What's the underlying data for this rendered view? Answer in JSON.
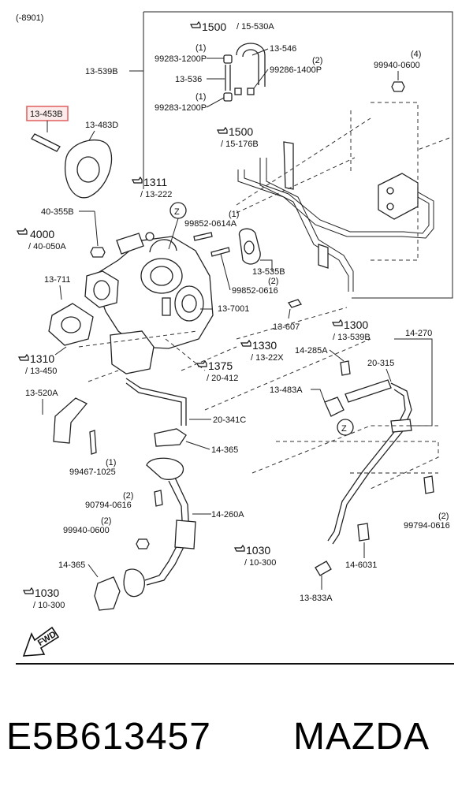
{
  "header": {
    "range": "(-8901)"
  },
  "labels": {
    "l13_539B_top": "13-539B",
    "l13_453B": "13-453B",
    "l13_483D": "13-483D",
    "l40_355B": "40-355B",
    "l40_050A": "/ 40-050A",
    "l13_711": "13-711",
    "l13_450": "/ 13-450",
    "l13_520A": "13-520A",
    "l99467": "99467-1025",
    "l99467_q": "(1)",
    "l90794": "90794-0616",
    "l90794_q": "(2)",
    "l99940b": "99940-0600",
    "l99940b_q": "(2)",
    "l14_365a": "14-365",
    "l14_365b": "14-365",
    "l10_300a": "/ 10-300",
    "l10_300b": "/ 10-300",
    "l13_222": "/ 13-222",
    "l99852_a": "99852-0614A",
    "l99852_a_q": "(1)",
    "l13_535B": "13-535B",
    "l99852_b": "99852-0616",
    "l99852_b_q": "(2)",
    "l13_7001": "13-7001",
    "l13_607": "13-607",
    "l13_22X": "/ 13-22X",
    "l20_412": "/ 20-412",
    "l20_341C": "20-341C",
    "l14_260A": "14-260A",
    "l99283a": "99283-1200P",
    "l99283a_q": "(1)",
    "l99283b": "99283-1200P",
    "l99283b_q": "(1)",
    "l13_546": "13-546",
    "l13_536": "13-536",
    "l99286": "99286-1400P",
    "l99286_q": "(2)",
    "l15_530A": "/ 15-530A",
    "l15_176B": "/ 15-176B",
    "l99940a": "99940-0600",
    "l99940a_q": "(4)",
    "l13_539B": "/ 13-539B",
    "l14_270": "14-270",
    "l14_285A": "14-285A",
    "l20_315": "20-315",
    "l13_483A": "13-483A",
    "l99794": "99794-0616",
    "l99794_q": "(2)",
    "l14_6031": "14-6031",
    "l13_833A": "13-833A",
    "fwd": "FWD"
  },
  "refs": {
    "r1500a": "1500",
    "r1500b": "1500",
    "r1311": "1311",
    "r4000": "4000",
    "r1310": "1310",
    "r1030a": "1030",
    "r1030b": "1030",
    "r1330": "1330",
    "r1375": "1375",
    "r1300": "1300"
  },
  "callouts": {
    "z1": "Z",
    "z2": "Z"
  },
  "highlight": {
    "part": "13-453B",
    "color": "#e05a5a"
  },
  "footer": {
    "part_number": "E5B613457",
    "brand": "MAZDA"
  }
}
